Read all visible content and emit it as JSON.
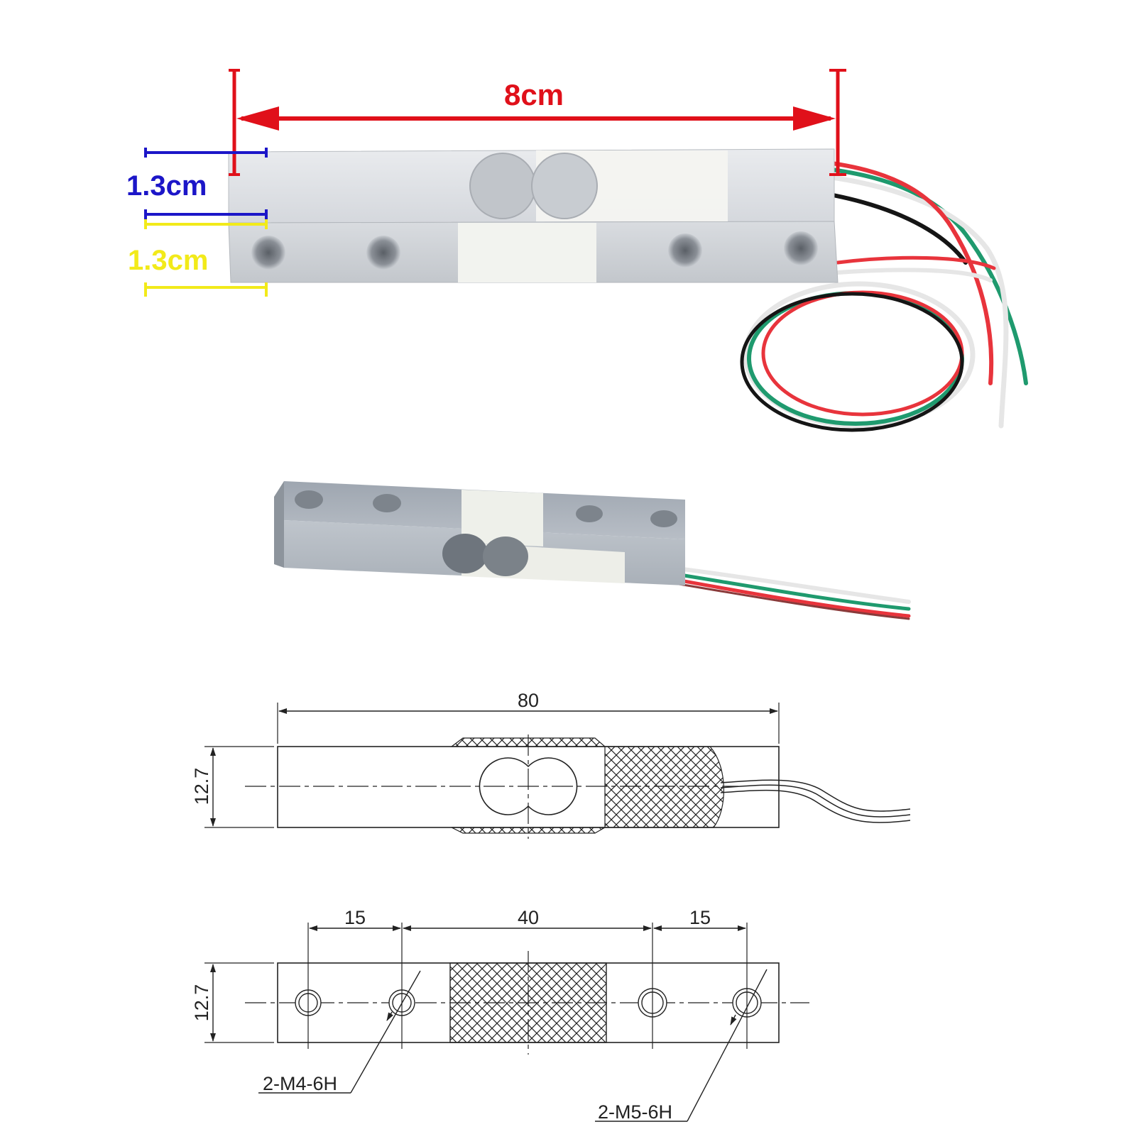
{
  "photo_labels": {
    "length": "8cm",
    "height": "1.3cm",
    "width": "1.3cm"
  },
  "drawing_labels": {
    "overall_length": "80",
    "height_top_view": "12.7",
    "height_bottom_view": "12.7",
    "left_hole_spacing": "15",
    "center_spacing": "40",
    "right_hole_spacing": "15",
    "left_thread": "2-M4-6H",
    "right_thread": "2-M5-6H"
  },
  "colors": {
    "length_marker": "#e0101a",
    "height_marker": "#1c16c8",
    "width_marker": "#f2ea1a",
    "wire_red": "#e8343c",
    "wire_green": "#1f9a6e",
    "wire_black": "#151515",
    "wire_white": "#e6e6e6",
    "aluminum": "#cfd3d8"
  }
}
